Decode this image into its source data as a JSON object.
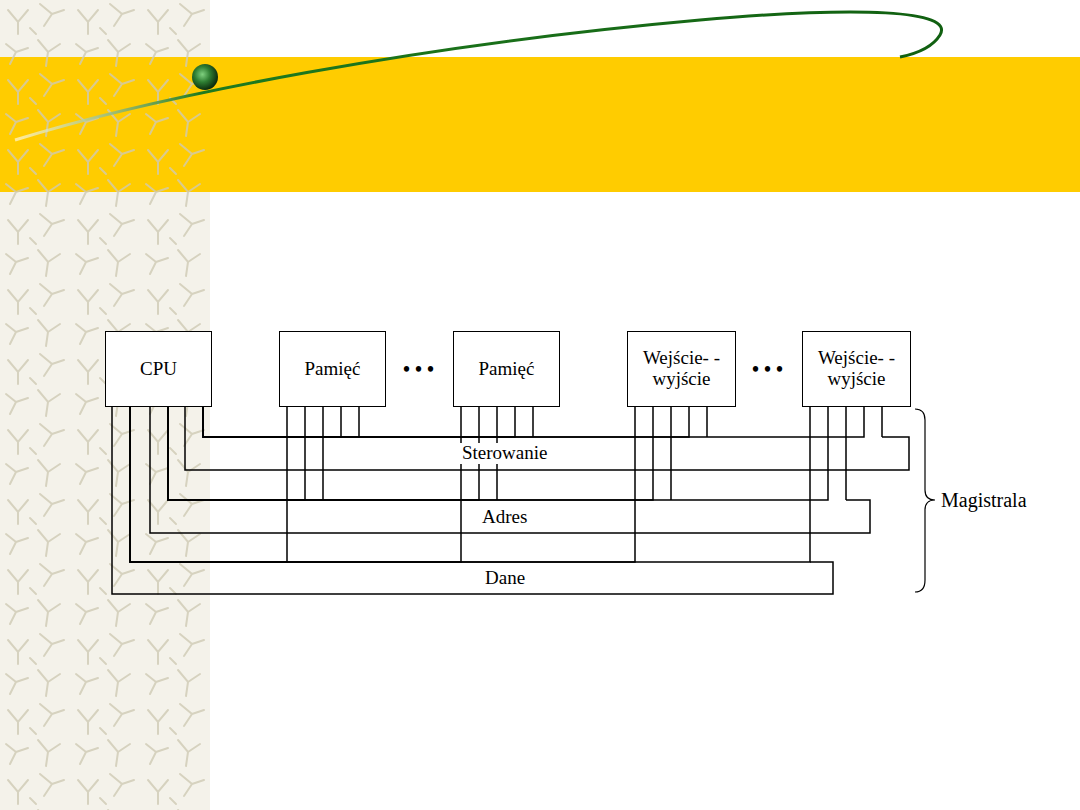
{
  "diagram": {
    "nodes": [
      {
        "text": [
          "CPU"
        ]
      },
      {
        "text": [
          "Pamięć"
        ]
      },
      {
        "text": [
          "Pamięć"
        ]
      },
      {
        "text": [
          "Wejście- -wyjście"
        ]
      },
      {
        "text": [
          "Wejście- -wyjście"
        ]
      }
    ],
    "edges": [
      {
        "from": 0,
        "to": 1,
        "arrow": "none"
      },
      {
        "from": 0,
        "to": 2,
        "arrow": "none"
      },
      {
        "from": 0,
        "to": 3,
        "arrow": "none"
      },
      {
        "from": 0,
        "to": 4,
        "arrow": "none"
      },
      {
        "from": 0,
        "to": 1,
        "arrow": "none"
      },
      {
        "from": 0,
        "to": 2,
        "arrow": "none"
      },
      {
        "from": 0,
        "to": 3,
        "arrow": "none"
      },
      {
        "from": 0,
        "to": 4,
        "arrow": "none"
      },
      {
        "from": 0,
        "to": 1,
        "arrow": "none"
      },
      {
        "from": 0,
        "to": 2,
        "arrow": "none"
      },
      {
        "from": 0,
        "to": 3,
        "arrow": "none"
      },
      {
        "from": 0,
        "to": 4,
        "arrow": "none"
      }
    ],
    "labels": [
      "• • •",
      "• • •",
      "Sterowanie",
      "Adres",
      "Dane",
      "Magistrala"
    ]
  }
}
